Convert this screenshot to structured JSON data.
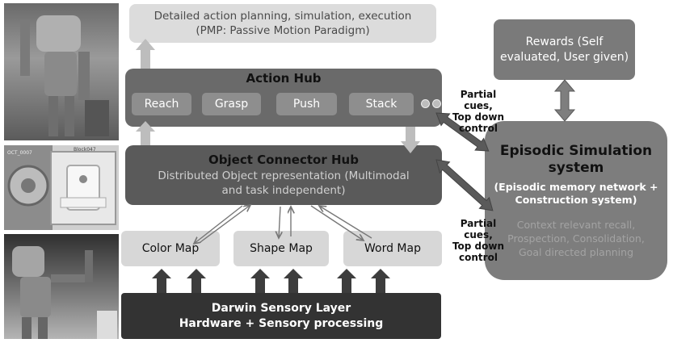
{
  "planning": {
    "line1": "Detailed action planning, simulation, execution",
    "line2": "(PMP: Passive Motion Paradigm)"
  },
  "action_hub": {
    "title": "Action Hub",
    "skills": [
      "Reach",
      "Grasp",
      "Push",
      "Stack"
    ]
  },
  "connector_hub": {
    "title": "Object Connector Hub",
    "line1": "Distributed Object representation (Multimodal",
    "line2": "and task independent)"
  },
  "maps": [
    "Color Map",
    "Shape Map",
    "Word Map"
  ],
  "sensory_layer": {
    "line1": "Darwin Sensory Layer",
    "line2": "Hardware + Sensory processing"
  },
  "rewards": {
    "line1": "Rewards (Self",
    "line2": "evaluated, User given)"
  },
  "episodic": {
    "title_line1": "Episodic Simulation",
    "title_line2": "system",
    "sub_line1": "(Episodic memory network +",
    "sub_line2": "Construction system)",
    "desc_line1": "Context relevant recall,",
    "desc_line2": "Prospection, Consolidation,",
    "desc_line3": "Goal directed planning"
  },
  "cues_top": {
    "line1": "Partial cues,",
    "line2": "Top down",
    "line3": "control"
  },
  "cues_bottom": {
    "line1": "Partial cues,",
    "line2": "Top down",
    "line3": "control"
  },
  "photo_mid_labels": {
    "left": "OCT_0007",
    "right": "Block047"
  },
  "colors": {
    "light_box": "#d9d9d9",
    "hub": "#6a6a6a",
    "dark": "#333333",
    "arrow": "#bdbdbd"
  }
}
